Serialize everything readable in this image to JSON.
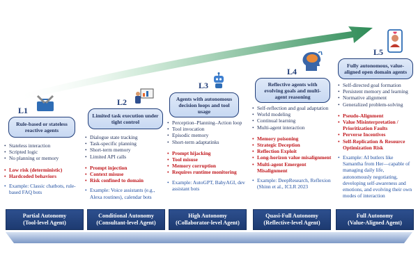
{
  "levels": [
    {
      "badge": "L1",
      "bubble": "Rule-based or stateless reactive agents",
      "capabilities": [
        "Stateless interaction",
        "Scripted logic",
        "No planning or memory"
      ],
      "risks": [
        "Low risk (deterministic)",
        "Hardcoded behaviors"
      ],
      "example": "Example: Classic chatbots, rule-based FAQ bots",
      "footer_title": "Partial Autonomy",
      "footer_sub": "(Tool-level Agent)",
      "icon": "toolbox-icon"
    },
    {
      "badge": "L2",
      "bubble": "Limited task execution under tight control",
      "capabilities": [
        "Dialogue state tracking",
        "Task-specific planning",
        "Short-term memory",
        "Limited API calls"
      ],
      "risks": [
        "Prompt injection",
        "Context misuse",
        "Risk confined to domain"
      ],
      "example": "Example: Voice assistants (e.g., Alexa routines), calendar bots",
      "footer_title": "Conditional Autonomy",
      "footer_sub": "(Consultant-level Agent)",
      "icon": "presenter-icon"
    },
    {
      "badge": "L3",
      "bubble": "Agents with autonomous decision loops and tool usage",
      "capabilities": [
        "Perception–Planning–Action loop",
        "Tool invocation",
        "Episodic memory",
        "Short-term adaptatinks"
      ],
      "risks": [
        "Prompt hijacking",
        "Tool misuse",
        "Memory corruption",
        "Requires runtime monitoring"
      ],
      "example": "Example: AutoGPT, BabyAGI, dev assistant bots",
      "footer_title": "High Autonomy",
      "footer_sub": "(Collaborator-level Agent)",
      "icon": "robot-icon"
    },
    {
      "badge": "L4",
      "bubble": "Reflective agents with evolving goals and multi-agent reasoning",
      "capabilities": [
        "Self-reflection and goal adaptation",
        "World modeling",
        "Continual learning",
        "Multi-agent interaction"
      ],
      "risks": [
        "Memory poisoning",
        "Strategic Deception",
        "Reflection Exploit",
        "Long-horizon value misalignment",
        "Multi-agent Emergent Misalignment"
      ],
      "example": "Example: DeepResearch, Reflexion (Shinn et al., ICLR 2023",
      "footer_title": "Quasi-Full Autonomy",
      "footer_sub": "(Reflective-level Agent)",
      "icon": "brain-head-icon"
    },
    {
      "badge": "L5",
      "bubble": "Fully autonomous, value-aligned open domain agents",
      "capabilities": [
        "Self-directed goal formation",
        "Persistent memory and learning",
        "Normative alignment",
        "Generalized problem-solving"
      ],
      "risks": [
        "Pseudo-Alignment",
        "Value Misinterpretation / Prioritization Faults",
        "Perverse Incentives",
        "Self-Replication & Resource Optimization Risk"
      ],
      "example": "Example: AI butlers like Samantha from Her—capable of managing daily life, autonomously negotiating, developing self-awareness and emotions, and evolving their own modes of interaction",
      "footer_title": "Full Autonomy",
      "footer_sub": "(Value-Aligned Agent)",
      "icon": "phone-avatar-icon"
    }
  ],
  "colors": {
    "navy": "#1f3c78",
    "risk_red": "#c0161b",
    "example_blue": "#1f4ea0",
    "arrow_green": "#2e8b57",
    "bubble_fill": "#d4e2f6"
  }
}
